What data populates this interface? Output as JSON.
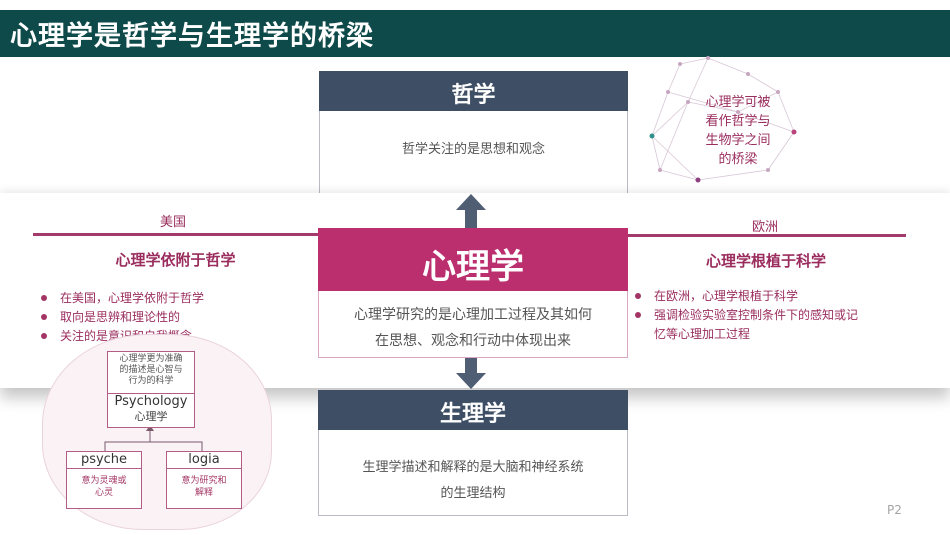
{
  "header": {
    "title": "心理学是哲学与生理学的桥梁"
  },
  "philosophy": {
    "title": "哲学",
    "desc": "哲学关注的是思想和观念"
  },
  "psychology": {
    "title": "心理学",
    "desc_line1": "心理学研究的是心理加工过程及其如何",
    "desc_line2": "在思想、观念和行动中体现出来"
  },
  "physiology": {
    "title": "生理学",
    "desc_line1": "生理学描述和解释的是大脑和神经系统",
    "desc_line2": "的生理结构"
  },
  "left": {
    "region": "美国",
    "title": "心理学依附于哲学",
    "bullets": [
      "在美国，心理学依附于哲学",
      "取向是思辨和理论性的",
      "关注的是意识和自我概念"
    ]
  },
  "right": {
    "region": "欧洲",
    "title": "心理学根植于科学",
    "bullets": [
      "在欧洲，心理学根植于科学",
      "强调检验实验室控制条件下的感知或记",
      "忆等心理加工过程"
    ]
  },
  "tree": {
    "note_line1": "心理学更为准确",
    "note_line2": "的描述是心智与",
    "note_line3": "行为的科学",
    "root_en": "Psychology",
    "root_cn": "心理学",
    "leaf1_en": "psyche",
    "leaf1_desc1": "意为灵魂或",
    "leaf1_desc2": "心灵",
    "leaf2_en": "logia",
    "leaf2_desc1": "意为研究和",
    "leaf2_desc2": "解释"
  },
  "network_text": [
    "心理学可被",
    "看作哲学与",
    "生物学之间",
    "的桥梁"
  ],
  "page_number": "P2",
  "colors": {
    "header": "#0f4a4a",
    "slate": "#3e4e64",
    "magenta": "#bb2f6f",
    "arrow": "#4f5e72"
  }
}
